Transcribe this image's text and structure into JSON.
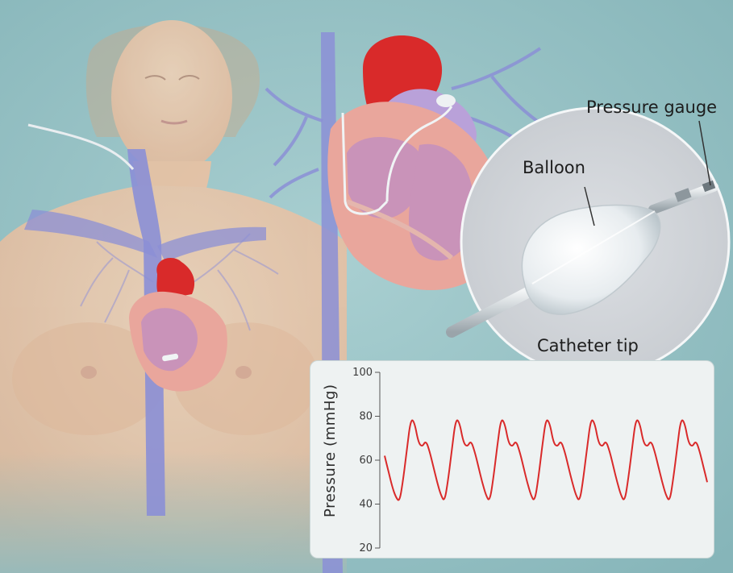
{
  "callouts": {
    "pressure_gauge": "Pressure gauge",
    "balloon": "Balloon",
    "catheter_tip": "Catheter tip"
  },
  "colors": {
    "background": "#8fbcc0",
    "vein": "#8b8fd6",
    "heart_red": "#d92a2a",
    "heart_wall": "#e9a69c",
    "skin": "#f0c7a6",
    "trace": "#d92a2a"
  },
  "chart_data": {
    "type": "line",
    "ylabel": "Pressure (mmHg)",
    "xlabel": "",
    "ylim": [
      20,
      100
    ],
    "yticks": [
      100,
      80,
      60,
      40,
      20
    ],
    "grid": false,
    "beats": 7,
    "waveform": {
      "systolic_peak": 79,
      "dicrotic_notch": 67,
      "dicrotic_bump": 69,
      "diastolic_trough": 41,
      "start_value": 62
    },
    "series": [
      {
        "values": [
          62,
          55,
          48,
          43,
          41,
          52,
          66,
          79,
          77,
          68,
          66,
          69,
          64,
          57,
          50,
          44,
          41,
          52,
          66,
          79,
          77,
          68,
          66,
          69,
          64,
          57,
          50,
          44,
          41,
          52,
          66,
          79,
          77,
          68,
          66,
          69,
          64,
          57,
          50,
          44,
          41,
          52,
          66,
          79,
          77,
          68,
          66,
          69,
          64,
          57,
          50,
          44,
          41,
          52,
          66,
          79,
          77,
          68,
          66,
          69,
          64,
          57,
          50,
          44,
          41,
          52,
          66,
          79,
          77,
          68,
          66,
          69,
          64,
          57,
          50,
          44,
          41,
          52,
          66,
          79,
          77,
          68,
          66,
          69,
          64,
          57,
          50
        ]
      }
    ]
  }
}
